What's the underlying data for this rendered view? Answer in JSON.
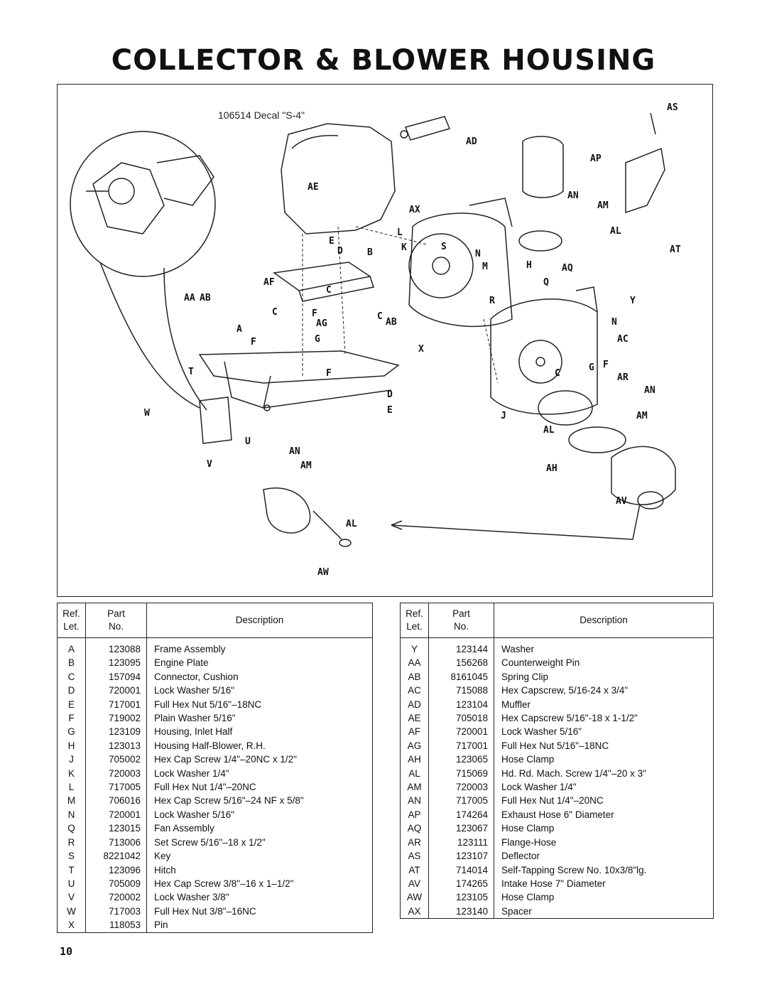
{
  "title": "COLLECTOR & BLOWER HOUSING",
  "diagram": {
    "decal_label": "106514 Decal \"S-4\"",
    "callouts": [
      "AS",
      "AD",
      "AP",
      "AN",
      "AM",
      "AX",
      "AE",
      "AL",
      "AT",
      "L",
      "K",
      "E",
      "D",
      "B",
      "S",
      "N",
      "M",
      "H",
      "AQ",
      "AF",
      "C",
      "Q",
      "R",
      "Y",
      "AA",
      "AB",
      "C",
      "F",
      "C",
      "AB",
      "AG",
      "N",
      "A",
      "F",
      "G",
      "F",
      "X",
      "AC",
      "G",
      "T",
      "F",
      "AR",
      "D",
      "E",
      "J",
      "C",
      "AN",
      "W",
      "U",
      "AM",
      "AL",
      "V",
      "AN",
      "AM",
      "AH",
      "AV",
      "AL",
      "AW"
    ]
  },
  "table_headers": {
    "ref": "Ref.\nLet.",
    "part": "Part\nNo.",
    "desc": "Description"
  },
  "parts_left": [
    {
      "ref": "A",
      "part": "123088",
      "desc": "Frame Assembly"
    },
    {
      "ref": "B",
      "part": "123095",
      "desc": "Engine Plate"
    },
    {
      "ref": "C",
      "part": "157094",
      "desc": "Connector, Cushion"
    },
    {
      "ref": "D",
      "part": "720001",
      "desc": "Lock Washer 5/16\""
    },
    {
      "ref": "E",
      "part": "717001",
      "desc": "Full Hex Nut 5/16\"–18NC"
    },
    {
      "ref": "F",
      "part": "719002",
      "desc": "Plain Washer 5/16\""
    },
    {
      "ref": "G",
      "part": "123109",
      "desc": "Housing, Inlet Half"
    },
    {
      "ref": "H",
      "part": "123013",
      "desc": "Housing Half-Blower, R.H."
    },
    {
      "ref": "J",
      "part": "705002",
      "desc": "Hex Cap Screw 1/4\"–20NC x 1/2\""
    },
    {
      "ref": "K",
      "part": "720003",
      "desc": "Lock Washer 1/4\""
    },
    {
      "ref": "L",
      "part": "717005",
      "desc": "Full Hex Nut 1/4\"–20NC"
    },
    {
      "ref": "M",
      "part": "706016",
      "desc": "Hex Cap Screw 5/16\"–24 NF x 5/8\""
    },
    {
      "ref": "N",
      "part": "720001",
      "desc": "Lock Washer 5/16\""
    },
    {
      "ref": "Q",
      "part": "123015",
      "desc": "Fan Assembly"
    },
    {
      "ref": "R",
      "part": "713006",
      "desc": "Set Screw 5/16\"–18 x 1/2\""
    },
    {
      "ref": "S",
      "part": "8221042",
      "desc": "Key"
    },
    {
      "ref": "T",
      "part": "123096",
      "desc": "Hitch"
    },
    {
      "ref": "U",
      "part": "705009",
      "desc": "Hex Cap Screw 3/8\"–16 x 1–1/2\""
    },
    {
      "ref": "V",
      "part": "720002",
      "desc": "Lock Washer 3/8\""
    },
    {
      "ref": "W",
      "part": "717003",
      "desc": "Full Hex Nut 3/8\"–16NC"
    },
    {
      "ref": "X",
      "part": "118053",
      "desc": "Pin"
    }
  ],
  "parts_right": [
    {
      "ref": "Y",
      "part": "123144",
      "desc": "Washer"
    },
    {
      "ref": "AA",
      "part": "156268",
      "desc": "Counterweight Pin"
    },
    {
      "ref": "AB",
      "part": "8161045",
      "desc": "Spring Clip"
    },
    {
      "ref": "AC",
      "part": "715088",
      "desc": "Hex Capscrew, 5/16-24 x 3/4\""
    },
    {
      "ref": "AD",
      "part": "123104",
      "desc": "Muffler"
    },
    {
      "ref": "AE",
      "part": "705018",
      "desc": "Hex Capscrew  5/16\"-18 x 1-1/2\""
    },
    {
      "ref": "AF",
      "part": "720001",
      "desc": "Lock Washer 5/16\""
    },
    {
      "ref": "AG",
      "part": "717001",
      "desc": "Full Hex Nut 5/16\"–18NC"
    },
    {
      "ref": "AH",
      "part": "123065",
      "desc": "Hose Clamp"
    },
    {
      "ref": "AL",
      "part": "715069",
      "desc": "Hd. Rd. Mach. Screw 1/4\"–20 x 3\""
    },
    {
      "ref": "AM",
      "part": "720003",
      "desc": "Lock Washer 1/4\""
    },
    {
      "ref": "AN",
      "part": "717005",
      "desc": "Full Hex Nut 1/4\"–20NC"
    },
    {
      "ref": "AP",
      "part": "174264",
      "desc": "Exhaust Hose 6\" Diameter"
    },
    {
      "ref": "AQ",
      "part": "123067",
      "desc": "Hose Clamp"
    },
    {
      "ref": "AR",
      "part": "123111",
      "desc": "Flange-Hose"
    },
    {
      "ref": "AS",
      "part": "123107",
      "desc": "Deflector"
    },
    {
      "ref": "AT",
      "part": "714014",
      "desc": "Self-Tapping Screw No. 10x3/8\"lg."
    },
    {
      "ref": "AV",
      "part": "174265",
      "desc": "Intake Hose 7\" Diameter"
    },
    {
      "ref": "AW",
      "part": "123105",
      "desc": "Hose Clamp"
    },
    {
      "ref": "AX",
      "part": "123140",
      "desc": "Spacer"
    }
  ],
  "page_number": "10"
}
